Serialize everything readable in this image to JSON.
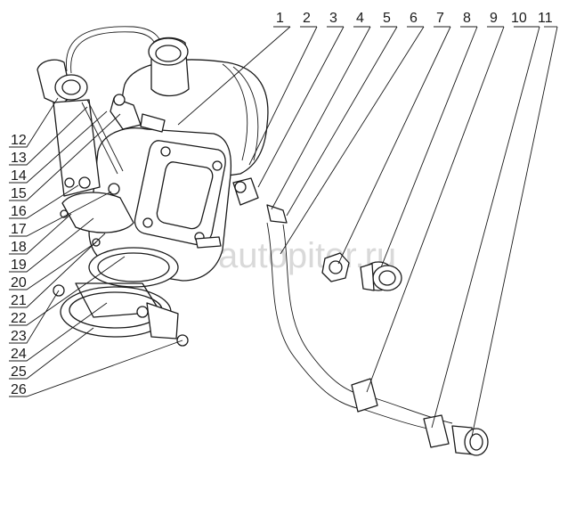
{
  "watermark": "autopiter.ru",
  "callouts_top": [
    "1",
    "2",
    "3",
    "4",
    "5",
    "6",
    "7",
    "8",
    "9",
    "10",
    "11"
  ],
  "callouts_left": [
    "12",
    "13",
    "14",
    "15",
    "16",
    "17",
    "18",
    "19",
    "20",
    "21",
    "22",
    "23",
    "24",
    "25",
    "26"
  ]
}
